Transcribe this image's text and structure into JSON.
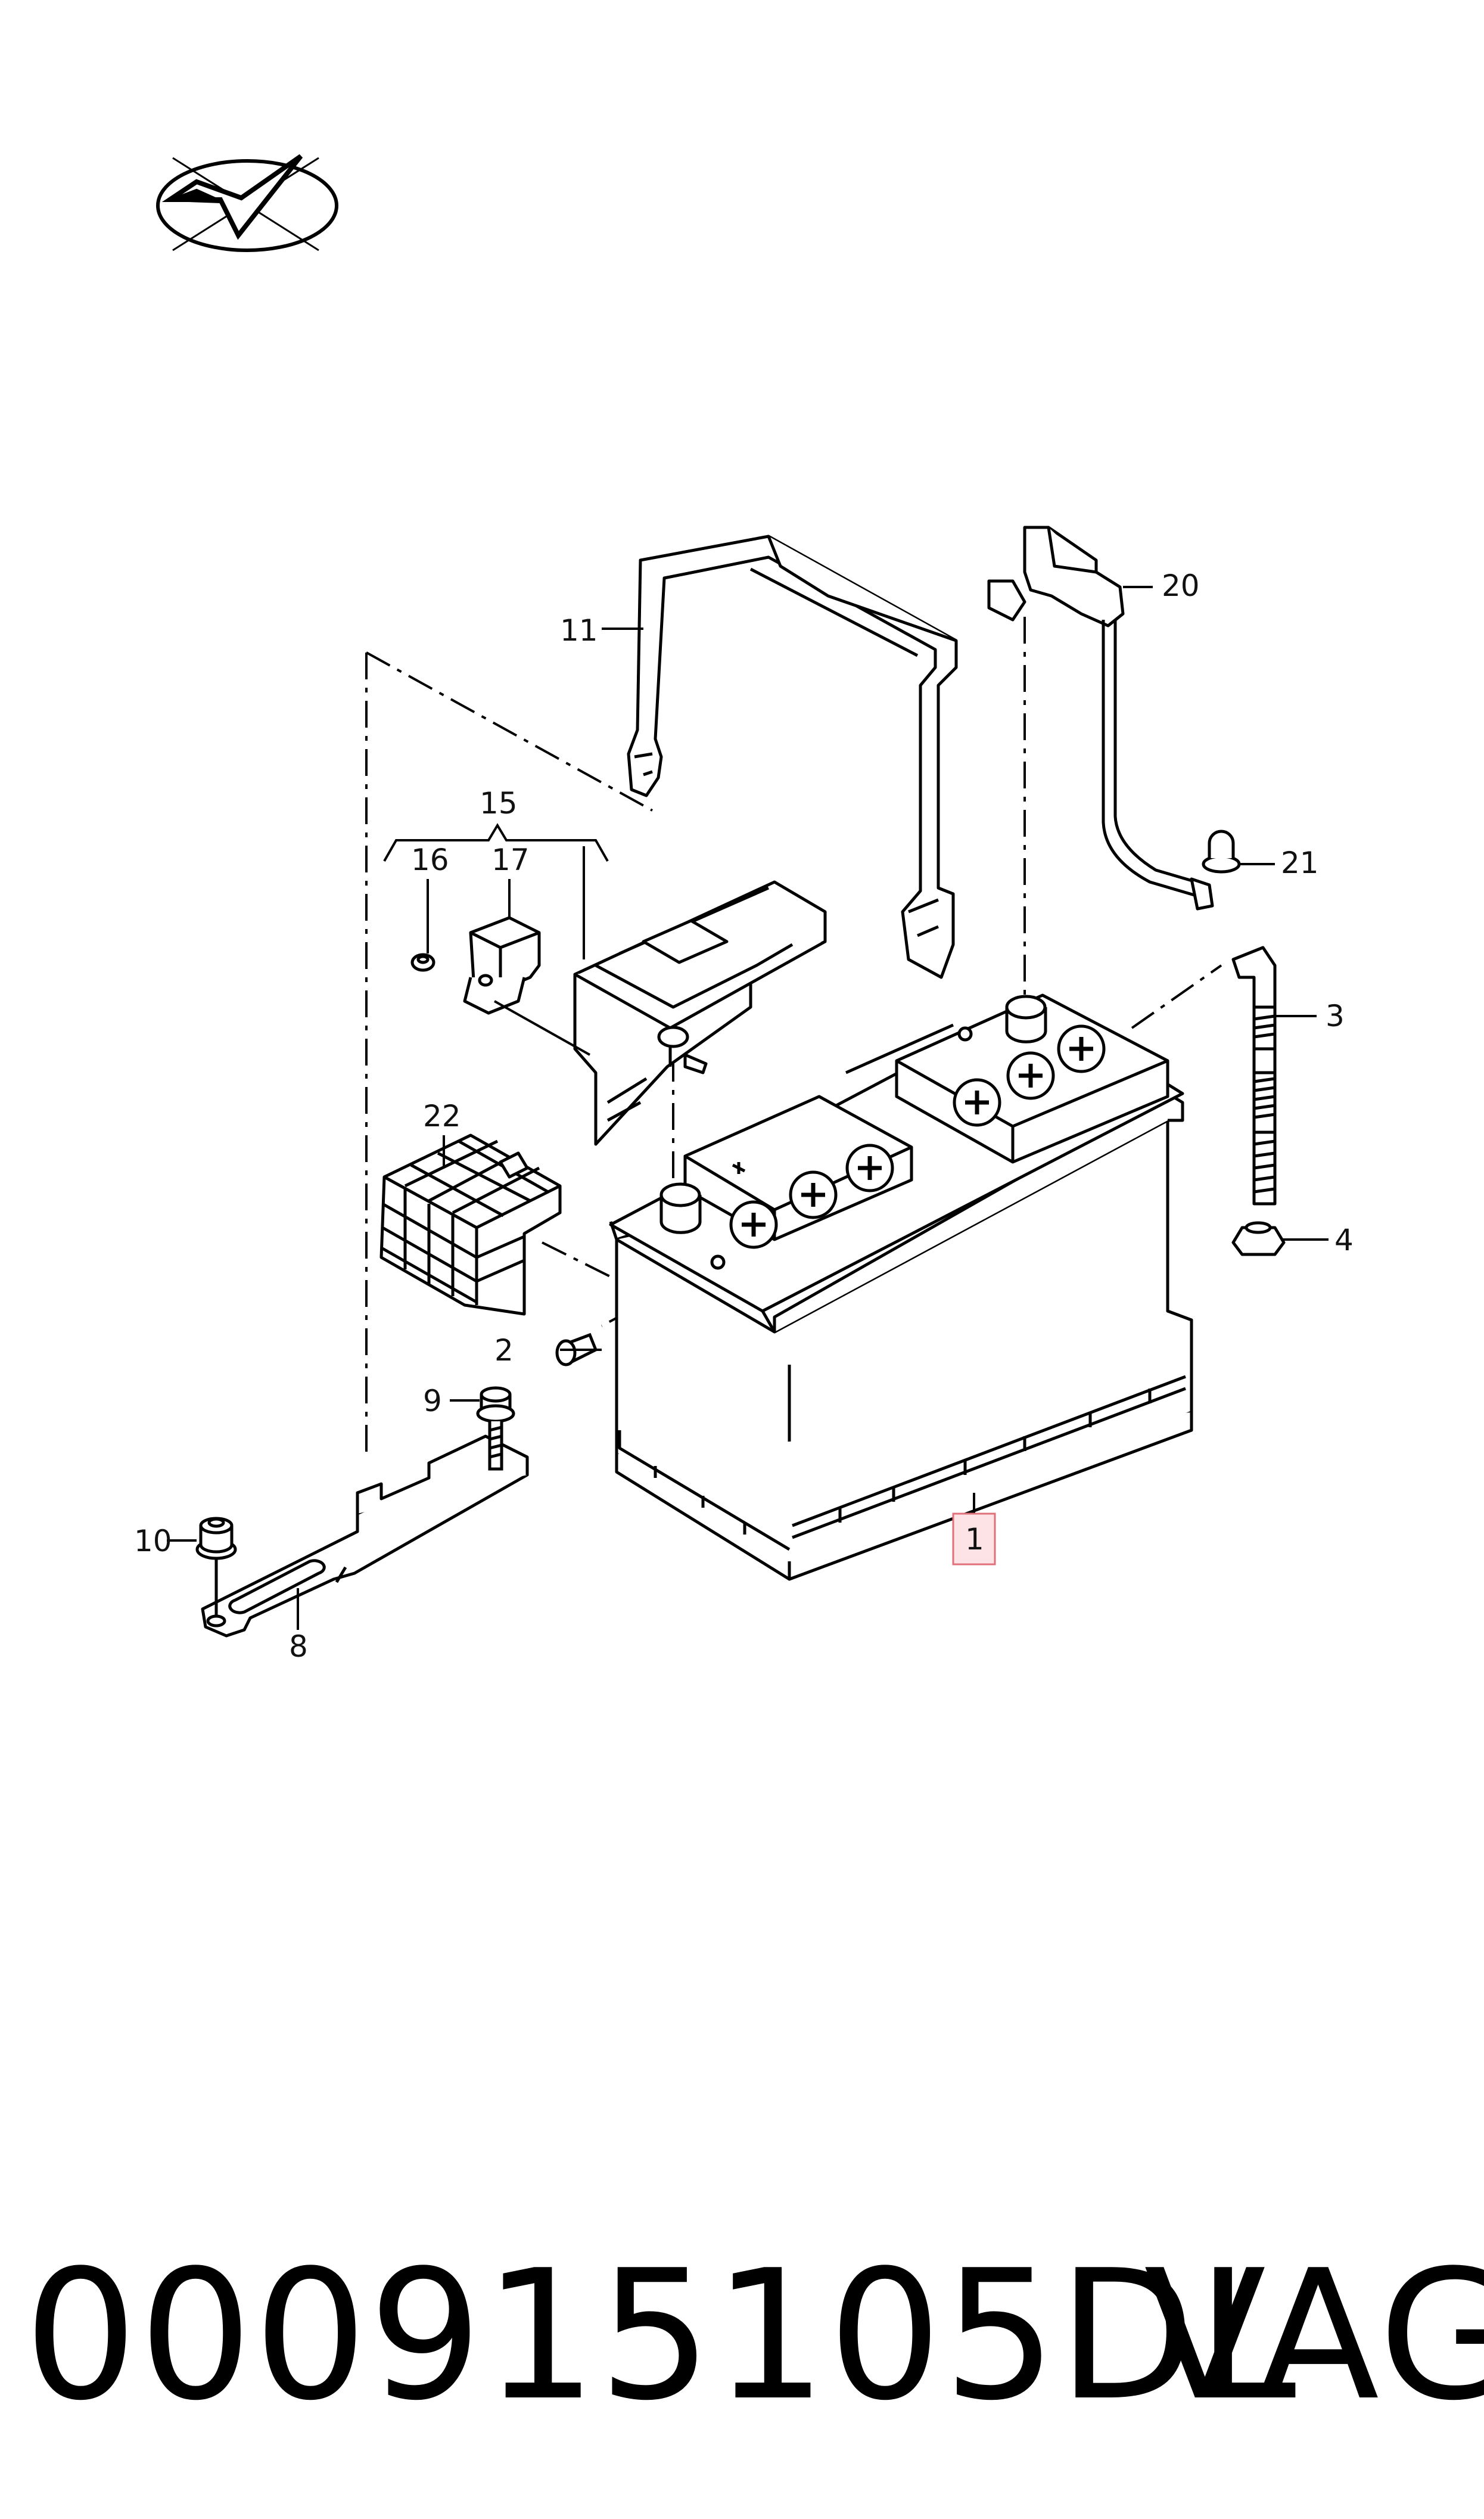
{
  "callouts": {
    "c1": "1",
    "c2": "2",
    "c3": "3",
    "c4": "4",
    "c8": "8",
    "c9": "9",
    "c10": "10",
    "c11": "11",
    "c15": "15",
    "c16": "16",
    "c17": "17",
    "c20": "20",
    "c21": "21",
    "c22": "22"
  },
  "highlight": {
    "label": "1",
    "color": "#e0707a",
    "fill": "#fde3e6"
  },
  "footer": {
    "part_number": "000915105DL",
    "brand": "VAG"
  },
  "icons": {
    "logo": "checkmark-logo-icon"
  }
}
